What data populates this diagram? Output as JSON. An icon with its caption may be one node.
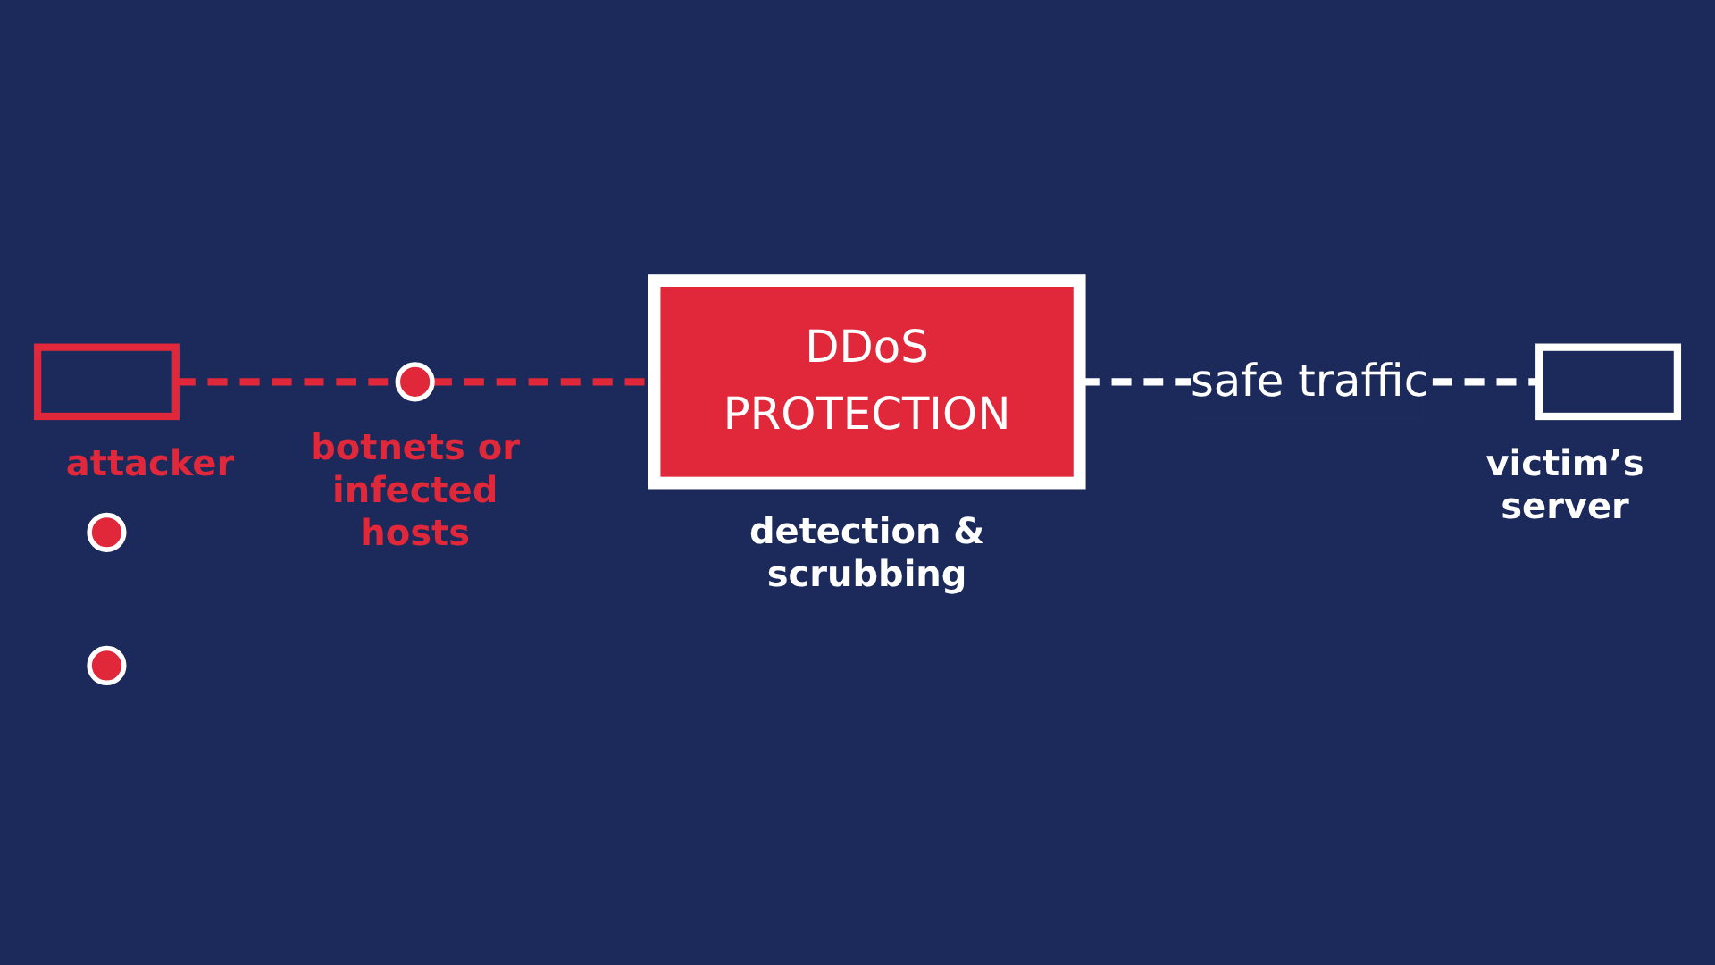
{
  "diagram": {
    "nodes": [
      {
        "text": [],
        "shape": "box",
        "beside": [
          "attacker"
        ]
      },
      {
        "text": [],
        "shape": "circle"
      },
      {
        "text": [],
        "shape": "circle",
        "beside": [
          "botnets or infected hosts"
        ]
      },
      {
        "text": [],
        "shape": "circle"
      },
      {
        "text": [
          "DDoS",
          "PROTECTION"
        ],
        "beside": [
          "detection & scrubbing"
        ]
      },
      {
        "text": [],
        "shape": "box",
        "beside": [
          "victim’s server"
        ]
      }
    ],
    "edges": [
      {
        "from": 0,
        "to": 2,
        "arrow": "none",
        "style": "dashed"
      },
      {
        "from": 2,
        "to": 4,
        "arrow": "none",
        "style": "dashed"
      },
      {
        "from": 4,
        "to": 5,
        "label": "safe traffic",
        "arrow": "none",
        "style": "dashed",
        "color": "#ffffff"
      }
    ]
  }
}
